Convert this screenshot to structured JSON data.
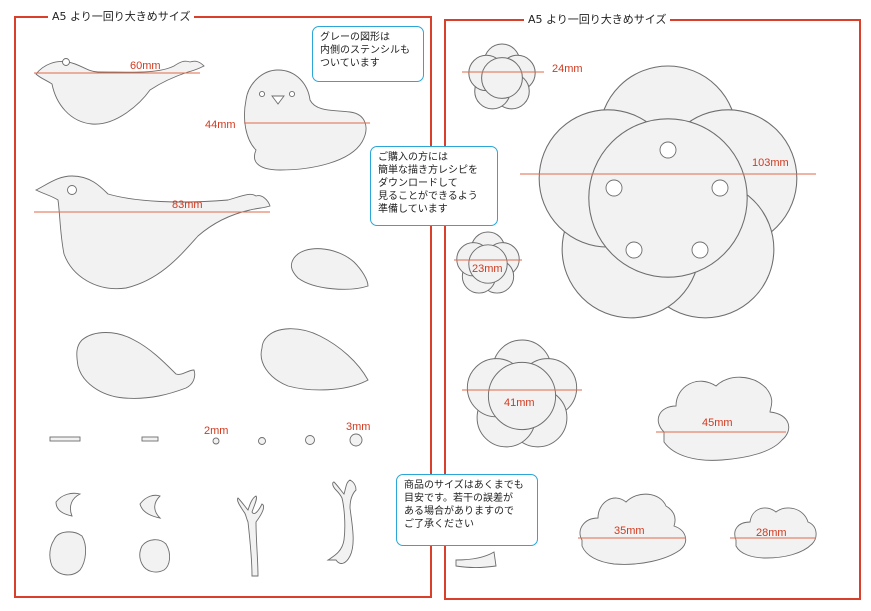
{
  "sheets": [
    {
      "label": "A5 より一回り大きめサイズ"
    },
    {
      "label": "A5 より一回り大きめサイズ"
    }
  ],
  "notes": {
    "stencil": [
      "グレーの図形は",
      "内側のステンシルも",
      "ついています"
    ],
    "recipe": [
      "ご購入の方には",
      "簡単な描き方レシピを",
      "ダウンロードして",
      "見ることができるよう",
      "準備しています"
    ],
    "size_notice": [
      "商品のサイズはあくまでも",
      "目安です。若干の誤差が",
      "ある場合がありますので",
      "ご了承ください"
    ]
  },
  "measurements": {
    "bird_small": "60mm",
    "chick": "44mm",
    "bird_large": "83mm",
    "dot_small": "2mm",
    "dot_large": "3mm",
    "flower_24": "24mm",
    "flower_103": "103mm",
    "flower_23": "23mm",
    "flower_41": "41mm",
    "cloud_45": "45mm",
    "cloud_35": "35mm",
    "cloud_28": "28mm"
  },
  "colors": {
    "sheet_border": "#d9402b",
    "note_border": "#2aa7d8",
    "measure_line": "#e06a4a",
    "shape_fill": "#f2f2f2"
  }
}
